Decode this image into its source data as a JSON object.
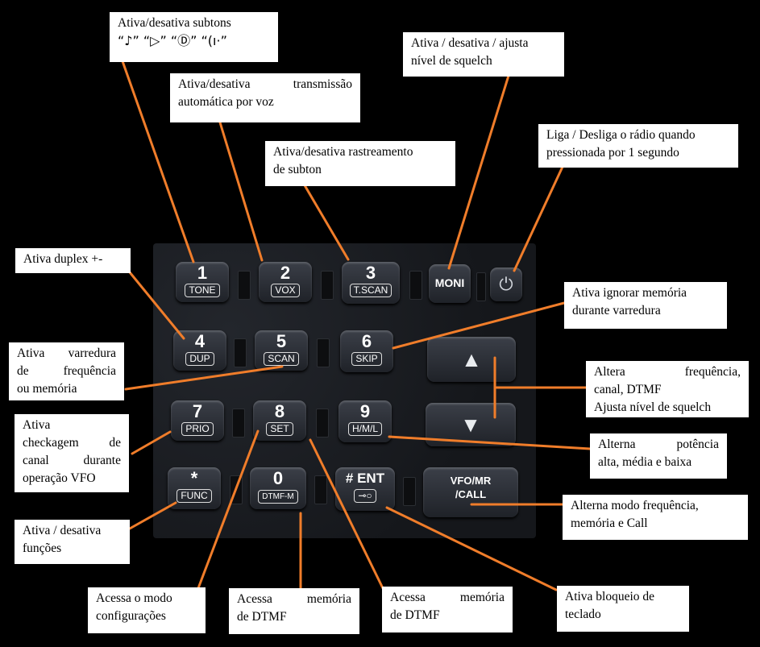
{
  "keys": {
    "k1": {
      "num": "1",
      "sub": "TONE"
    },
    "k2": {
      "num": "2",
      "sub": "VOX"
    },
    "k3": {
      "num": "3",
      "sub": "T.SCAN"
    },
    "moni": {
      "label": "MONI"
    },
    "k4": {
      "num": "4",
      "sub": "DUP"
    },
    "k5": {
      "num": "5",
      "sub": "SCAN"
    },
    "k6": {
      "num": "6",
      "sub": "SKIP"
    },
    "k7": {
      "num": "7",
      "sub": "PRIO"
    },
    "k8": {
      "num": "8",
      "sub": "SET"
    },
    "k9": {
      "num": "9",
      "sub": "H/M/L"
    },
    "star": {
      "num": "*",
      "sub": "FUNC"
    },
    "k0": {
      "num": "0",
      "sub": "DTMF-M"
    },
    "ent": {
      "num": "# ENT",
      "sub": "⊸○"
    },
    "vfo": {
      "line1": "VFO/MR",
      "line2": "/CALL"
    }
  },
  "labels": {
    "subtons": {
      "line1": "Ativa/desativa subtons",
      "line2": "“♪”  “▷”  “Ⓓ”  “(ı·”"
    },
    "vox": {
      "line1": "Ativa/desativa  transmissão",
      "line2": "automática por voz"
    },
    "tscan": {
      "line1": "Ativa/desativa rastreamento",
      "line2": "de subton"
    },
    "squelch": {
      "line1": "Ativa / desativa / ajusta",
      "line2": "nível de squelch"
    },
    "power": {
      "line1": "Liga / Desliga o rádio quando",
      "line2": "pressionada por 1 segundo"
    },
    "duplex": {
      "line1": "Ativa duplex +-"
    },
    "skip": {
      "line1": "Ativa ignorar memória",
      "line2": "durante varredura"
    },
    "scan": {
      "line1": "Ativa varredura",
      "line2": "de  frequência",
      "line3": "ou memória"
    },
    "arrows": {
      "line1": "Altera frequência,",
      "line2": "canal, DTMF",
      "line3": "Ajusta nível de squelch"
    },
    "prio": {
      "line1": "Ativa",
      "line2": "checkagem de",
      "line3": "canal durante",
      "line4": "operação VFO"
    },
    "hml": {
      "line1": "Alterna potência",
      "line2": "alta, média e baixa"
    },
    "vfo": {
      "line1": "Alterna modo frequência,",
      "line2": "memória e Call"
    },
    "func": {
      "line1": "Ativa / desativa",
      "line2": "funções"
    },
    "set": {
      "line1": "Acessa o modo",
      "line2": "configurações"
    },
    "dtmf1": {
      "line1": "Acessa memória",
      "line2": "de DTMF"
    },
    "dtmf2": {
      "line1": "Acessa memória",
      "line2": "de DTMF"
    },
    "lock": {
      "line1": "Ativa bloqueio de",
      "line2": "teclado"
    }
  },
  "colors": {
    "leader": "#f07d2a",
    "background": "#000000",
    "label_bg": "#ffffff"
  }
}
